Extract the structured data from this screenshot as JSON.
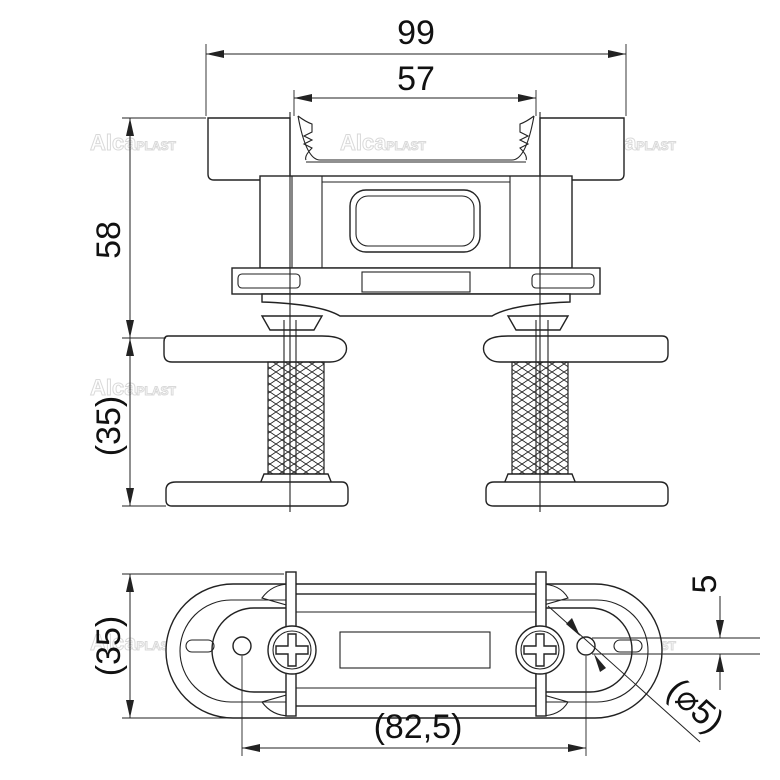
{
  "title": "",
  "brand": {
    "watermark_main": "Alca",
    "watermark_suffix": "PLAST",
    "color": "#d9d9d9"
  },
  "dimensions": {
    "top_width": "99",
    "inner_width": "57",
    "body_height": "58",
    "leg_height": "(35)",
    "plan_depth": "(35)",
    "plan_spacing": "(82,5)",
    "slot_size": "5",
    "hole_diameter": "(⌀5)"
  }
}
